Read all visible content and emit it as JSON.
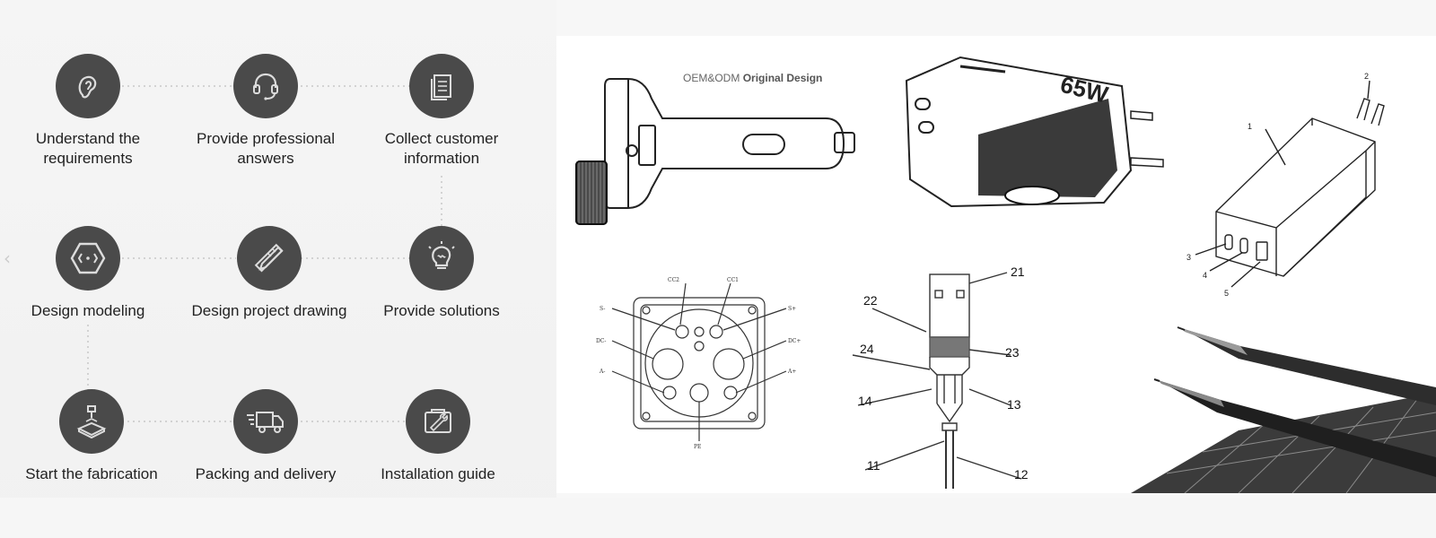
{
  "caption": {
    "prefix": "OEM&ODM",
    "bold": "Original Design"
  },
  "steps": [
    {
      "label": "Understand the\nrequirements",
      "icon": "ear-icon"
    },
    {
      "label": "Provide professional\nanswers",
      "icon": "headset-icon"
    },
    {
      "label": "Collect customer\ninformation",
      "icon": "documents-icon"
    },
    {
      "label": "Design modeling",
      "icon": "hexagon-icon"
    },
    {
      "label": "Design project drawing",
      "icon": "ruler-pencil-icon"
    },
    {
      "label": "Provide solutions",
      "icon": "lightbulb-icon"
    },
    {
      "label": "Start the fabrication",
      "icon": "fabrication-icon"
    },
    {
      "label": "Packing and delivery",
      "icon": "truck-icon"
    },
    {
      "label": "Installation guide",
      "icon": "toolbox-icon"
    }
  ],
  "charger_labels": [
    "1",
    "2",
    "3",
    "4",
    "5"
  ],
  "usb_labels": [
    "21",
    "22",
    "23",
    "24",
    "14",
    "13",
    "11",
    "12"
  ],
  "connector_labels": [
    "CC2",
    "CC1",
    "S-",
    "S+",
    "DC-",
    "DC+",
    "A-",
    "A+",
    "PE"
  ],
  "badge_text": "65W"
}
